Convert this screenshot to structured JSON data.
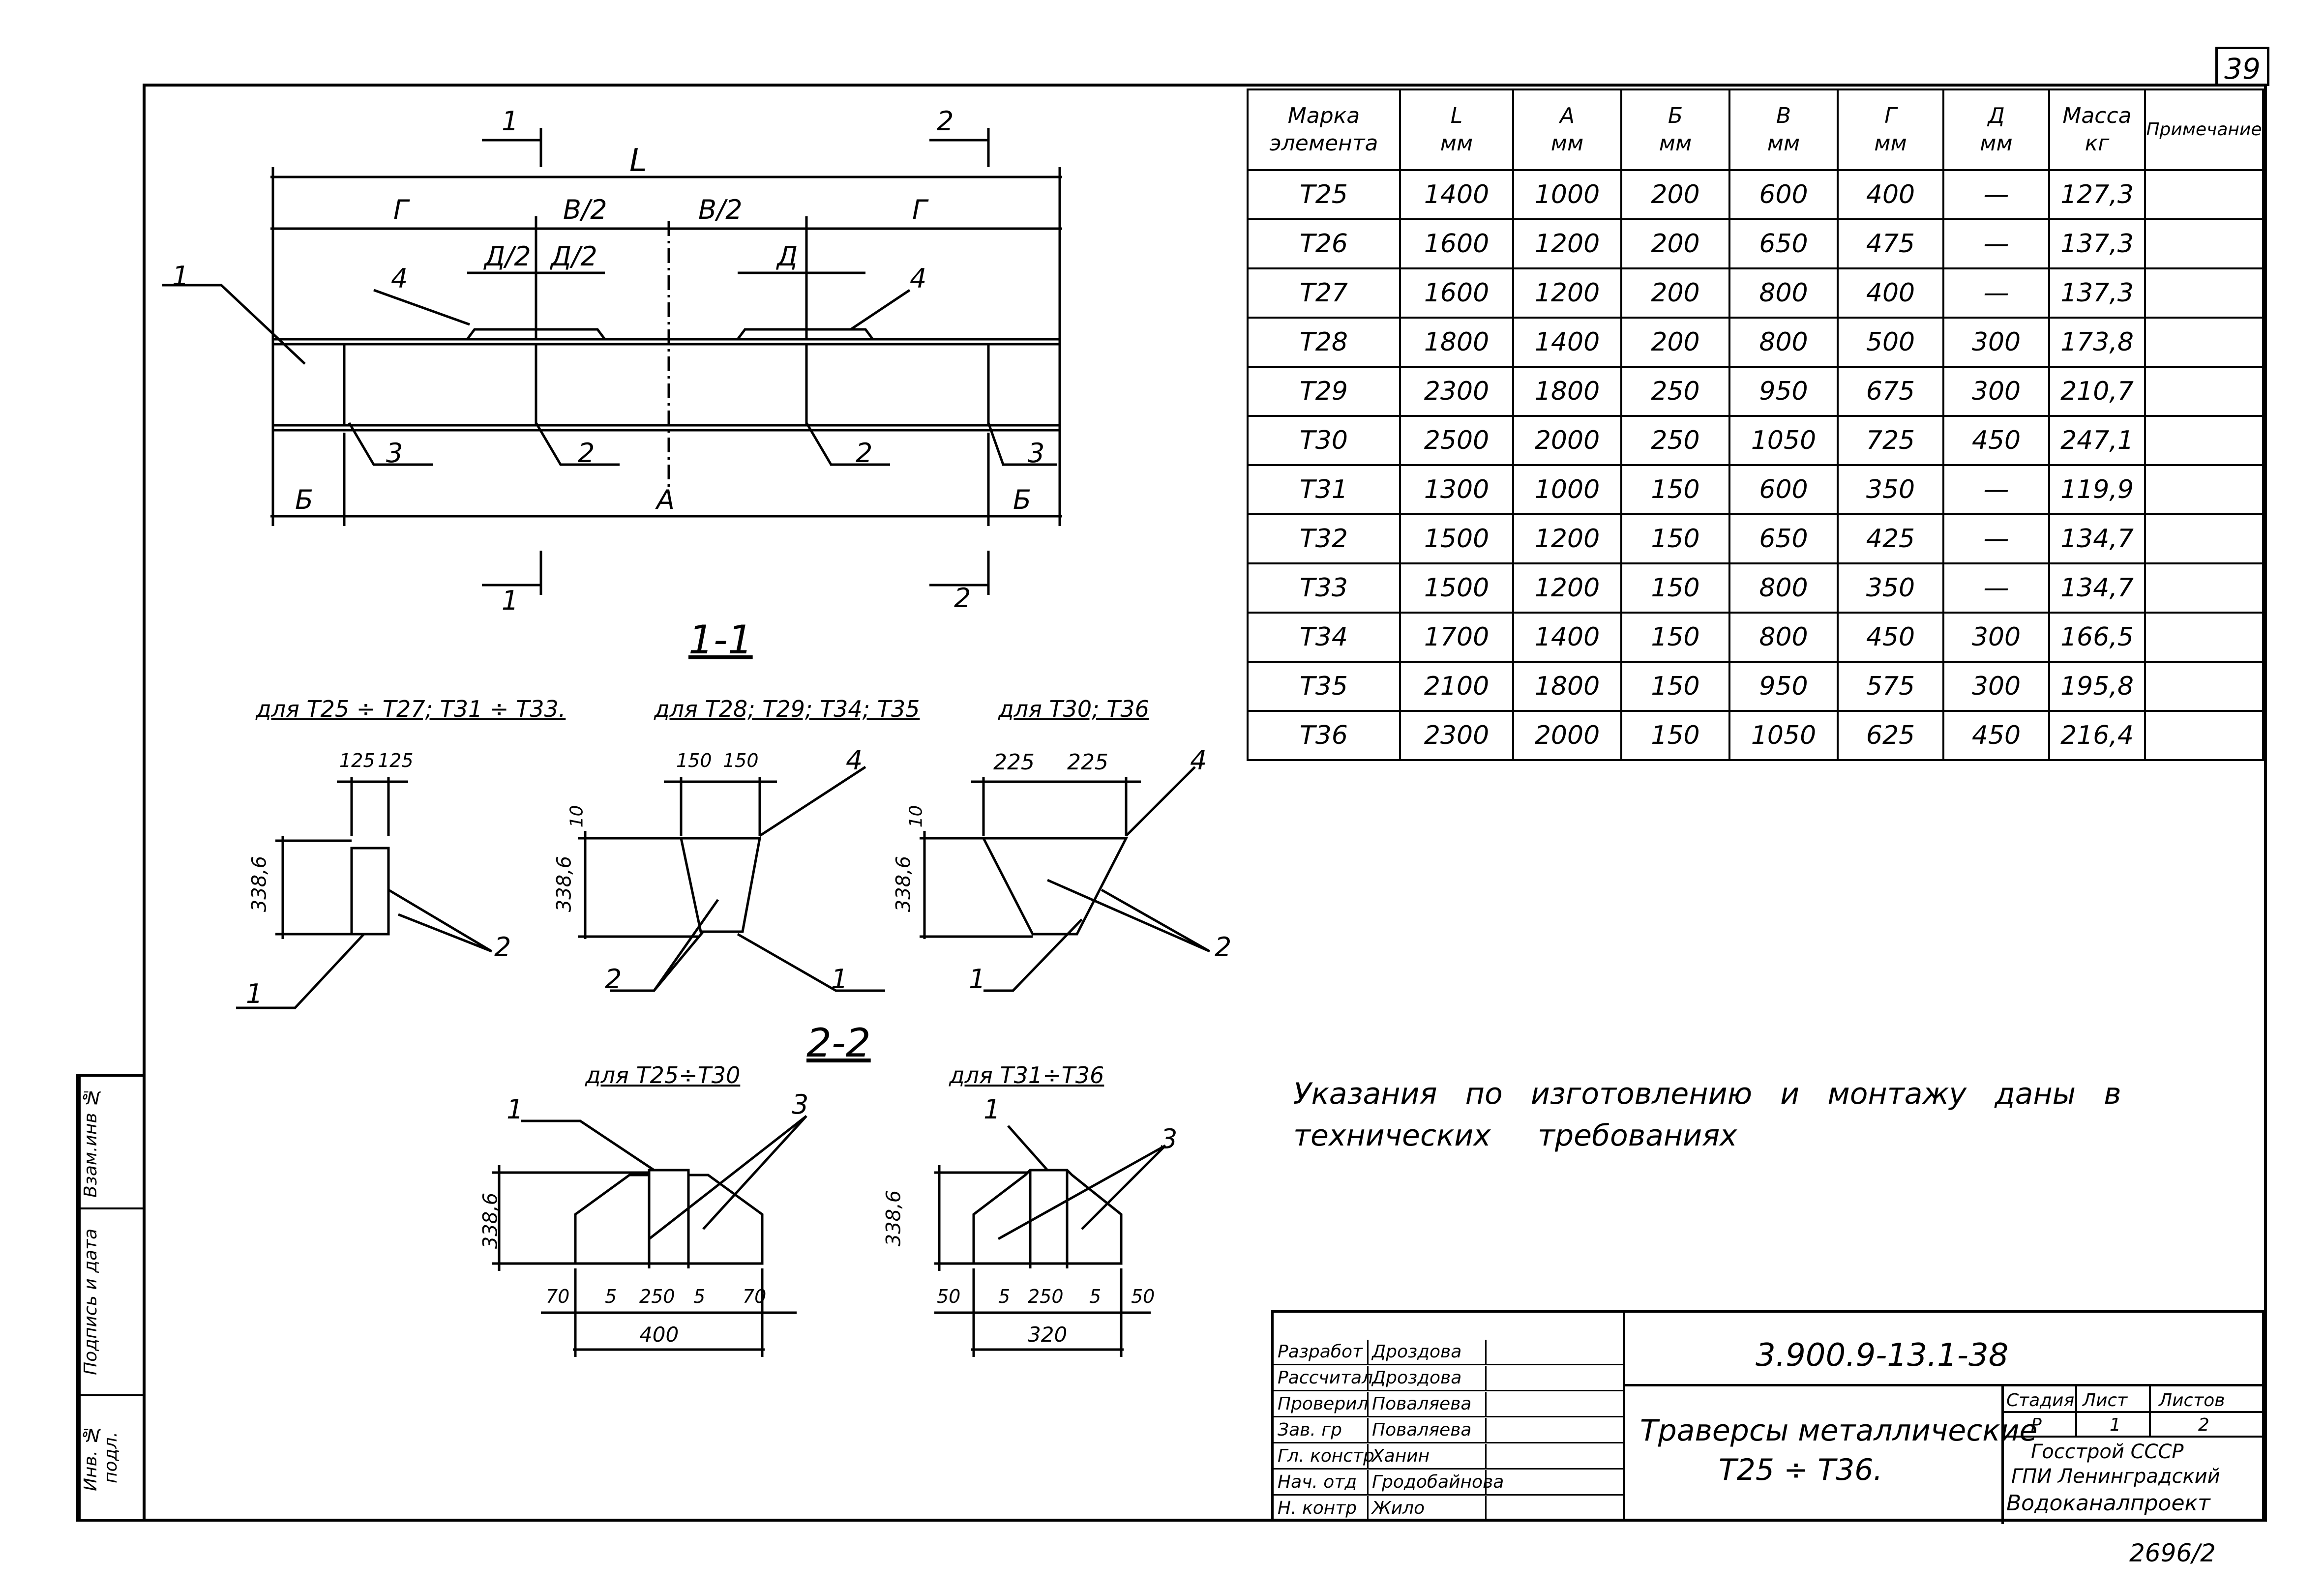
{
  "sheet_number": "39",
  "table": {
    "headers": [
      [
        "Марка",
        "элемента"
      ],
      [
        "L",
        "мм"
      ],
      [
        "А",
        "мм"
      ],
      [
        "Б",
        "мм"
      ],
      [
        "В",
        "мм"
      ],
      [
        "Г",
        "мм"
      ],
      [
        "Д",
        "мм"
      ],
      [
        "Масса",
        "кг"
      ],
      [
        "Примечание",
        ""
      ]
    ],
    "rows": [
      [
        "Т25",
        "1400",
        "1000",
        "200",
        "600",
        "400",
        "—",
        "127,3",
        ""
      ],
      [
        "Т26",
        "1600",
        "1200",
        "200",
        "650",
        "475",
        "—",
        "137,3",
        ""
      ],
      [
        "Т27",
        "1600",
        "1200",
        "200",
        "800",
        "400",
        "—",
        "137,3",
        ""
      ],
      [
        "Т28",
        "1800",
        "1400",
        "200",
        "800",
        "500",
        "300",
        "173,8",
        ""
      ],
      [
        "Т29",
        "2300",
        "1800",
        "250",
        "950",
        "675",
        "300",
        "210,7",
        ""
      ],
      [
        "Т30",
        "2500",
        "2000",
        "250",
        "1050",
        "725",
        "450",
        "247,1",
        ""
      ],
      [
        "Т31",
        "1300",
        "1000",
        "150",
        "600",
        "350",
        "—",
        "119,9",
        ""
      ],
      [
        "Т32",
        "1500",
        "1200",
        "150",
        "650",
        "425",
        "—",
        "134,7",
        ""
      ],
      [
        "Т33",
        "1500",
        "1200",
        "150",
        "800",
        "350",
        "—",
        "134,7",
        ""
      ],
      [
        "Т34",
        "1700",
        "1400",
        "150",
        "800",
        "450",
        "300",
        "166,5",
        ""
      ],
      [
        "Т35",
        "2100",
        "1800",
        "150",
        "950",
        "575",
        "300",
        "195,8",
        ""
      ],
      [
        "Т36",
        "2300",
        "2000",
        "150",
        "1050",
        "625",
        "450",
        "216,4",
        ""
      ]
    ]
  },
  "elevation": {
    "cut1": "1",
    "cut2": "2",
    "dim_L": "L",
    "dim_G": "Г",
    "dim_V2": "В/2",
    "dim_D2": "Д/2",
    "dim_D": "Д",
    "dim_B": "Б",
    "dim_A": "А",
    "callouts": [
      "1",
      "2",
      "3",
      "4"
    ]
  },
  "section11": {
    "title": "1-1",
    "sub1": "для Т25 ÷ Т27; Т31 ÷ Т33.",
    "sub2": "для Т28; Т29; Т34; Т35",
    "sub3": "для Т30; Т36",
    "d125": "125",
    "d150": "150",
    "d225": "225",
    "h": "338,6",
    "t": "10"
  },
  "section22": {
    "title": "2-2",
    "sub1": "для Т25÷Т30",
    "sub2": "для Т31÷Т36",
    "h": "338,6",
    "d70": "70",
    "d5": "5",
    "d250": "250",
    "d400": "400",
    "d50": "50",
    "d320": "320"
  },
  "note": {
    "line1": "Указания   по   изготовлению   и   монтажу   даны   в",
    "line2": "технических     требованиях"
  },
  "sidebar": {
    "vzam": "Взам.инв №",
    "podp": "Подпись и дата",
    "inv": "Инв. № подл."
  },
  "title_block": {
    "doc_code": "3.900.9-13.1-38",
    "title_line1": "Траверсы  металлические",
    "title_line2": "Т25 ÷ Т36.",
    "stage_label": "Стадия",
    "sheet_label": "Лист",
    "sheets_label": "Листов",
    "stage": "Р",
    "sheet": "1",
    "sheets": "2",
    "org1": "Госстрой СССР",
    "org2": "ГПИ Ленинградский",
    "org3": "Водоканалпроект",
    "people": [
      [
        "Разработ",
        "Дроздова"
      ],
      [
        "Рассчитал",
        "Дроздова"
      ],
      [
        "Проверил",
        "Поваляева"
      ],
      [
        "Зав. гр",
        "Поваляева"
      ],
      [
        "Гл. констр",
        "Ханин"
      ],
      [
        "Нач. отд",
        "Гродобайнова"
      ],
      [
        "Н. контр",
        "Жило"
      ]
    ]
  },
  "footer_code": "2696/2"
}
